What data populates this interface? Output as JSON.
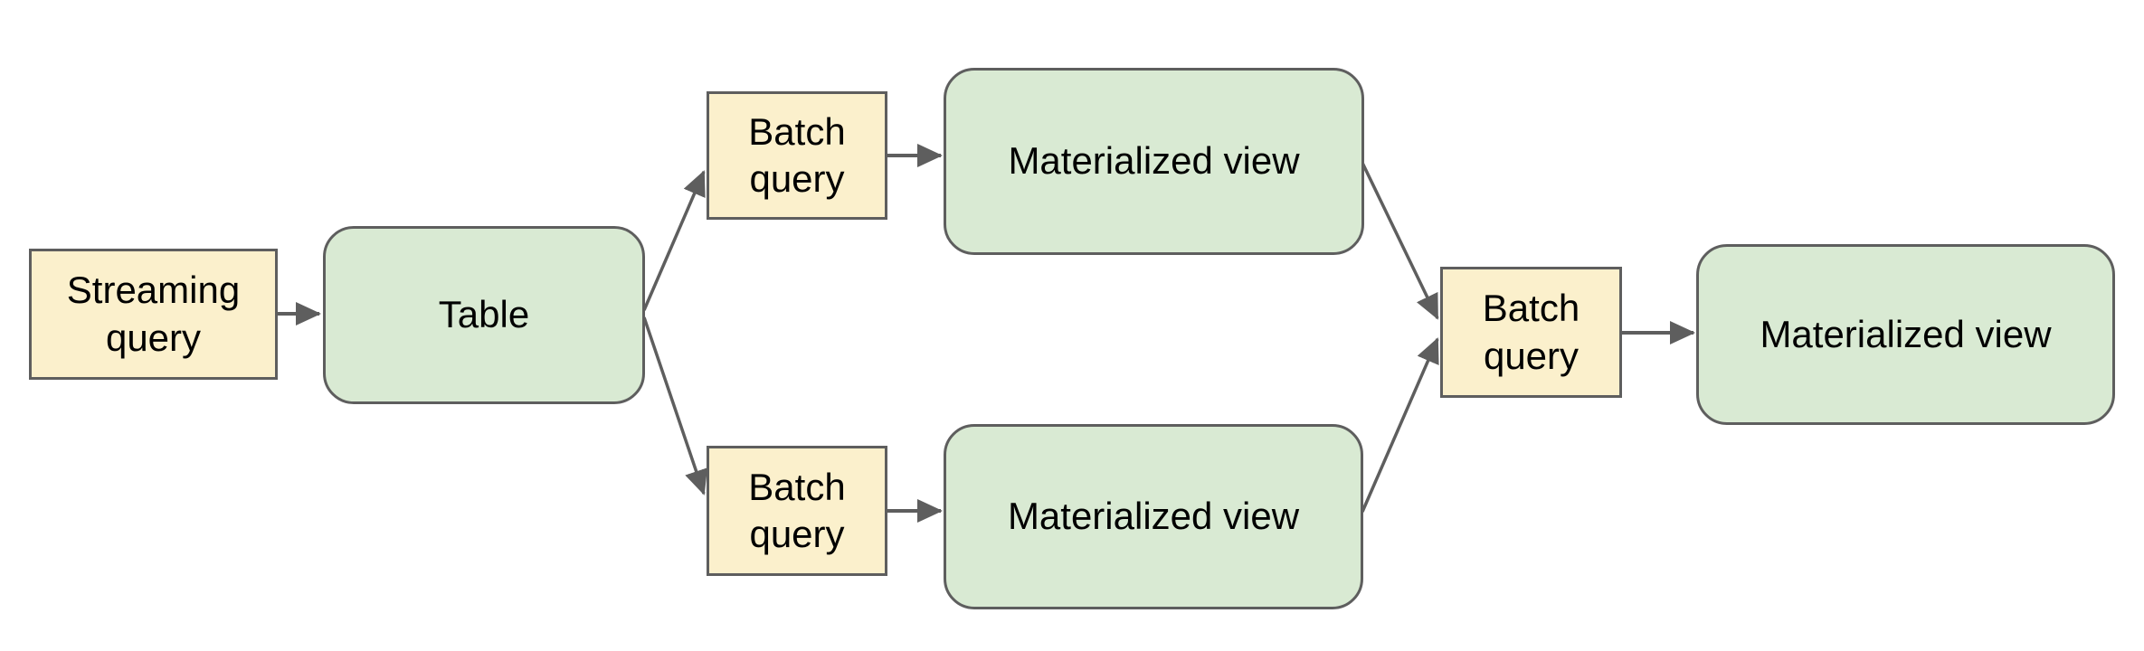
{
  "diagram": {
    "nodes": {
      "streaming_query": {
        "label": "Streaming query",
        "shape": "rectangle",
        "fill": "#FBF0CC"
      },
      "table": {
        "label": "Table",
        "shape": "rounded-rectangle",
        "fill": "#D9EAD3"
      },
      "batch_query_top": {
        "label": "Batch query",
        "shape": "rectangle",
        "fill": "#FBF0CC"
      },
      "materialized_view_top": {
        "label": "Materialized view",
        "shape": "rounded-rectangle",
        "fill": "#D9EAD3"
      },
      "batch_query_bottom": {
        "label": "Batch query",
        "shape": "rectangle",
        "fill": "#FBF0CC"
      },
      "materialized_view_bottom": {
        "label": "Materialized view",
        "shape": "rounded-rectangle",
        "fill": "#D9EAD3"
      },
      "batch_query_right": {
        "label": "Batch query",
        "shape": "rectangle",
        "fill": "#FBF0CC"
      },
      "materialized_view_right": {
        "label": "Materialized view",
        "shape": "rounded-rectangle",
        "fill": "#D9EAD3"
      }
    },
    "edges": [
      {
        "from": "streaming_query",
        "to": "table"
      },
      {
        "from": "table",
        "to": "batch_query_top"
      },
      {
        "from": "table",
        "to": "batch_query_bottom"
      },
      {
        "from": "batch_query_top",
        "to": "materialized_view_top"
      },
      {
        "from": "batch_query_bottom",
        "to": "materialized_view_bottom"
      },
      {
        "from": "materialized_view_top",
        "to": "batch_query_right"
      },
      {
        "from": "materialized_view_bottom",
        "to": "batch_query_right"
      },
      {
        "from": "batch_query_right",
        "to": "materialized_view_right"
      }
    ],
    "colors": {
      "query_node_fill": "#FBF0CC",
      "data_node_fill": "#D9EAD3",
      "node_border": "#5E5E5E",
      "arrow": "#5E5E5E",
      "text": "#000000",
      "background": "#FFFFFF"
    }
  }
}
